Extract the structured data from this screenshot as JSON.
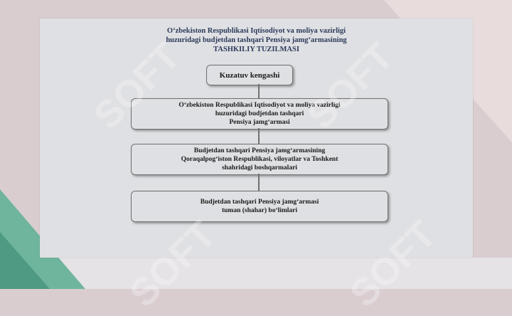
{
  "diagram": {
    "title_lines": [
      "O‘zbekiston Respublikasi Iqtisodiyot va moliya vazirligi",
      "huzuridagi budjetdan tashqari Pensiya jamg‘armasining",
      "TASHKILIY TUZILMASI"
    ],
    "nodes": [
      {
        "lines": [
          "Kuzatuv kengashi"
        ]
      },
      {
        "lines": [
          "O‘zbekiston Respublikasi Iqtisodiyot va moliya vazirligi",
          "huzuridagi budjetdan tashqari",
          "Pensiya jamg‘armasi"
        ]
      },
      {
        "lines": [
          "Budjetdan tashqari Pensiya jamg‘armasining",
          "Qoraqalpog‘iston Respublikasi, viloyatlar va Toshkent",
          "shahridagi boshqarmalari"
        ]
      },
      {
        "lines": [
          "Budjetdan tashqari Pensiya jamg‘armasi",
          "tuman (shahar) bo‘limlari"
        ]
      }
    ]
  },
  "watermark": {
    "text": "SOFT",
    "color": "#ffffff"
  },
  "colors": {
    "title": "#2c3a5a",
    "box_border": "#707070",
    "slide_bg": "#dfe0e3",
    "teal_corner": "#6fb59d"
  }
}
